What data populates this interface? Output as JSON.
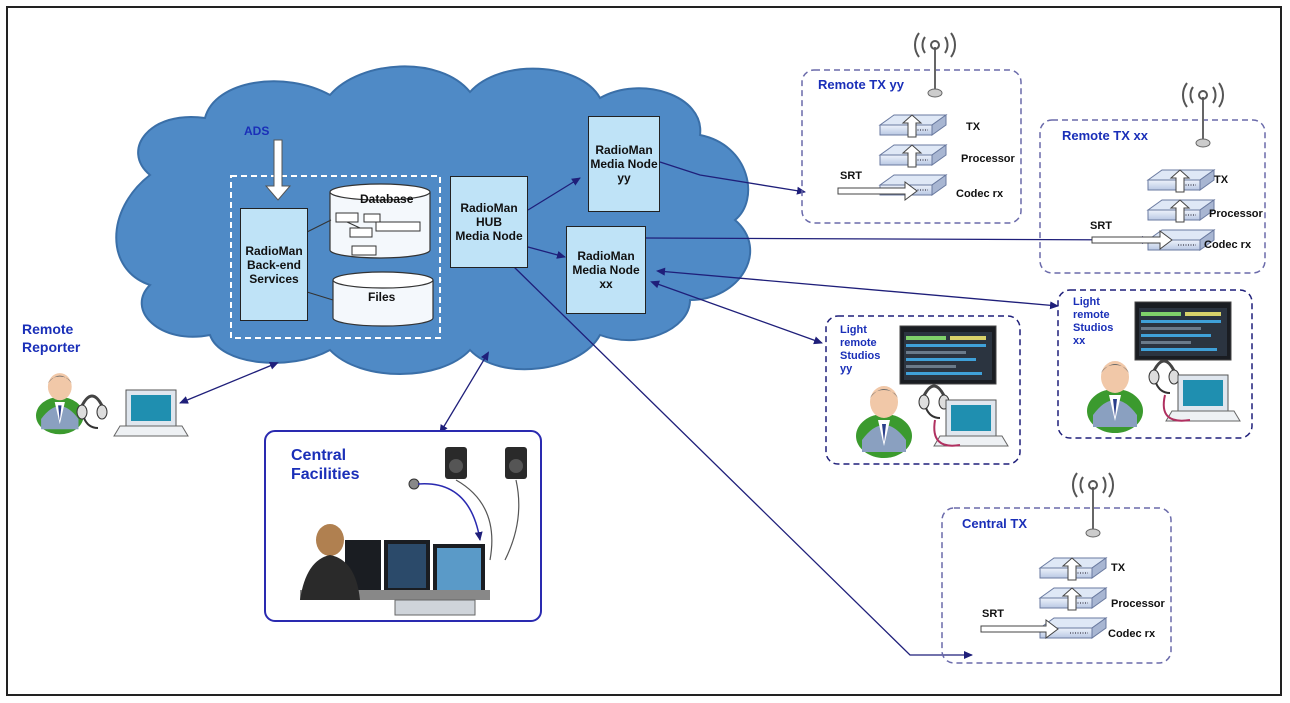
{
  "cloud": {
    "ads": "ADS",
    "backend": "RadioMan\nBack-end\nServices",
    "database": "Database",
    "files": "Files",
    "hub": "RadioMan\nHUB\nMedia Node",
    "node_yy": "RadioMan\nMedia Node\nyy",
    "node_xx": "RadioMan\nMedia Node\nxx"
  },
  "remote_reporter": "Remote\nReporter",
  "central_facilities": "Central\nFacilities",
  "remote_tx_yy": {
    "title": "Remote TX yy",
    "tx": "TX",
    "processor": "Processor",
    "codec": "Codec rx",
    "srt": "SRT"
  },
  "remote_tx_xx": {
    "title": "Remote TX xx",
    "tx": "TX",
    "processor": "Processor",
    "codec": "Codec rx",
    "srt": "SRT"
  },
  "central_tx": {
    "title": "Central TX",
    "tx": "TX",
    "processor": "Processor",
    "codec": "Codec rx",
    "srt": "SRT"
  },
  "studio_yy": "Light\nremote\nStudios\nyy",
  "studio_xx": "Light\nremote\nStudios\nxx",
  "colors": {
    "cloud": "#4f8ac6",
    "cloud_stroke": "#3a6fa8",
    "box": "#bfe3f7",
    "accent": "#1a2fb8",
    "arrow": "#1f1f7a"
  }
}
